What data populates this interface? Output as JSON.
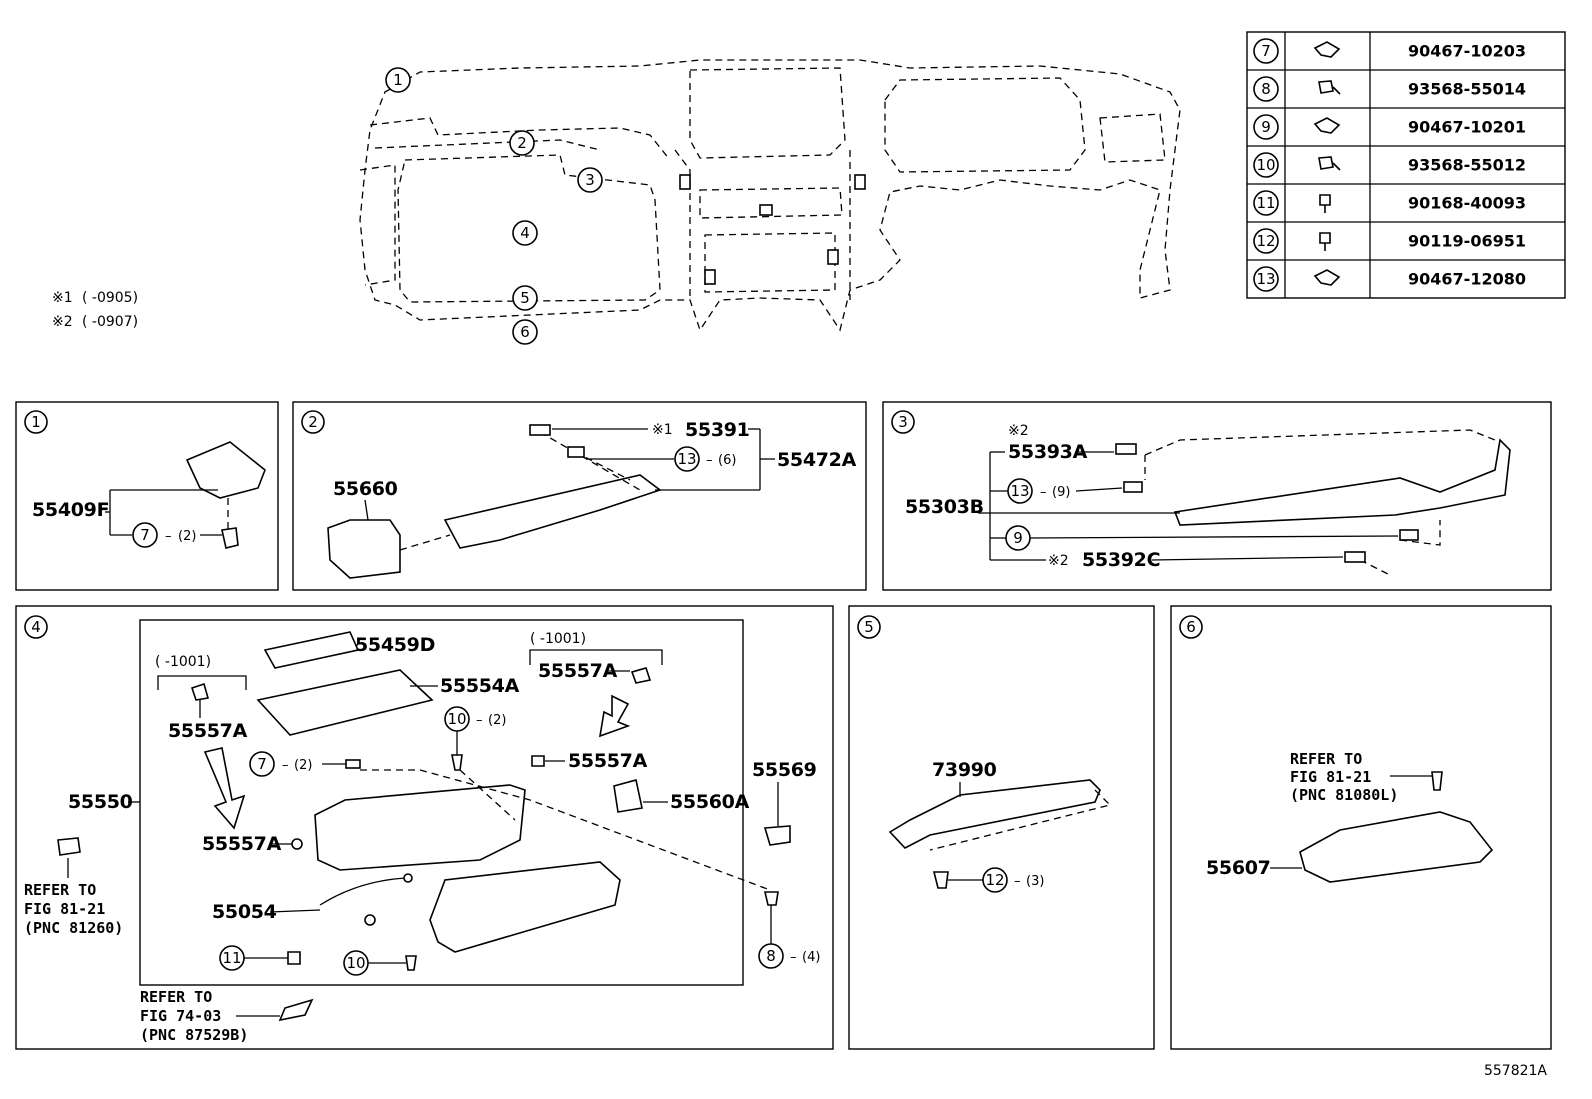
{
  "footer_code": "557821A",
  "notes": [
    {
      "mark": "※1",
      "range": "(      -0905)"
    },
    {
      "mark": "※2",
      "range": "(      -0907)"
    }
  ],
  "overview_callouts": [
    "1",
    "2",
    "3",
    "4",
    "5",
    "6"
  ],
  "hardware_table": [
    {
      "ref": "7",
      "icon": "clip-nut-icon",
      "part": "90467-10203"
    },
    {
      "ref": "8",
      "icon": "screw-icon",
      "part": "93568-55014"
    },
    {
      "ref": "9",
      "icon": "clip-nut-icon",
      "part": "90467-10201"
    },
    {
      "ref": "10",
      "icon": "screw-icon",
      "part": "93568-55012"
    },
    {
      "ref": "11",
      "icon": "bolt-icon",
      "part": "90168-40093"
    },
    {
      "ref": "12",
      "icon": "bolt-icon",
      "part": "90119-06951"
    },
    {
      "ref": "13",
      "icon": "clip-nut-icon",
      "part": "90467-12080"
    }
  ],
  "panels": {
    "p1": {
      "label": "1",
      "main_part": "55409F",
      "clip_ref": "7",
      "clip_qty": "(2)"
    },
    "p2": {
      "label": "2",
      "vent_part": "55660",
      "mark": "※1",
      "upper_part": "55391",
      "clip_ref": "13",
      "clip_qty": "(6)",
      "assy_part": "55472A"
    },
    "p3": {
      "label": "3",
      "mark_top": "※2",
      "part_a": "55393A",
      "assy_part": "55303B",
      "clip_ref": "13",
      "clip_qty": "(9)",
      "ref_9": "9",
      "mark_bottom": "※2",
      "part_c": "55392C"
    },
    "p4": {
      "label": "4",
      "assy_part": "55550",
      "p55459d": "55459D",
      "p55554a": "55554A",
      "range_left": "(    -1001)",
      "range_right": "(    -1001)",
      "p55557a_1": "55557A",
      "p55557a_2": "55557A",
      "p55557a_3": "55557A",
      "p55557a_4": "55557A",
      "ref10_top": "10",
      "qty10_top": "(2)",
      "ref7": "7",
      "qty7": "(2)",
      "p55560a": "55560A",
      "p55569": "55569",
      "p55054": "55054",
      "ref11": "11",
      "ref10_bot": "10",
      "ref8": "8",
      "qty8": "(4)",
      "refer_left": [
        "REFER TO",
        "FIG 81-21",
        "(PNC 81260)"
      ],
      "refer_bottom": [
        "REFER TO",
        "FIG 74-03",
        "(PNC 87529B)"
      ]
    },
    "p5": {
      "label": "5",
      "main_part": "73990",
      "ref12": "12",
      "qty12": "(3)"
    },
    "p6": {
      "label": "6",
      "refer": [
        "REFER TO",
        "FIG 81-21",
        "(PNC 81080L)"
      ],
      "main_part": "55607"
    }
  }
}
